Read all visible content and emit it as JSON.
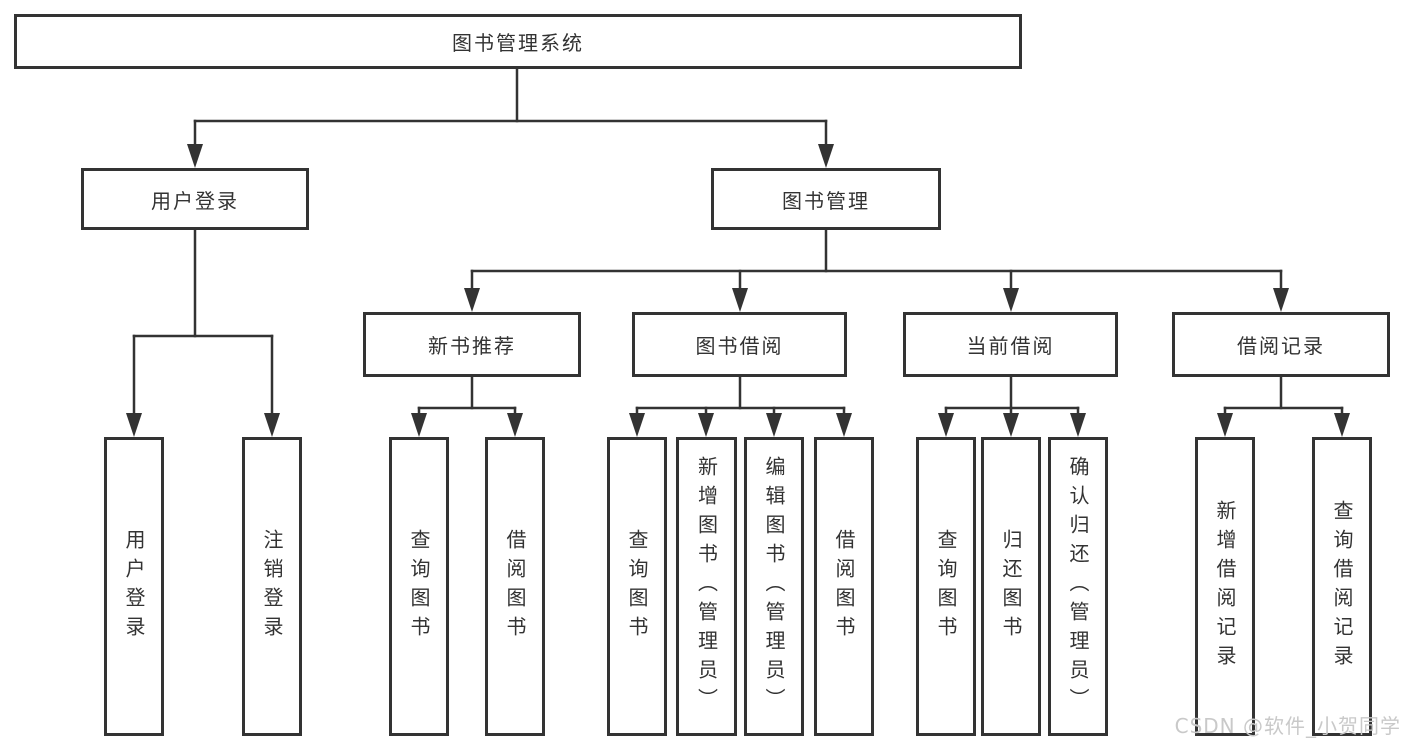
{
  "diagram": {
    "type": "hierarchy-chart",
    "tree": {
      "root": {
        "label": "图书管理系统"
      },
      "branches": [
        {
          "label": "用户登录",
          "children": [
            {
              "label": "用户登录"
            },
            {
              "label": "注销登录"
            }
          ]
        },
        {
          "label": "图书管理",
          "children": [
            {
              "label": "新书推荐",
              "children": [
                {
                  "label": "查询图书"
                },
                {
                  "label": "借阅图书"
                }
              ]
            },
            {
              "label": "图书借阅",
              "children": [
                {
                  "label": "查询图书"
                },
                {
                  "label": "新增图书（管理员）"
                },
                {
                  "label": "编辑图书（管理员）"
                },
                {
                  "label": "借阅图书"
                }
              ]
            },
            {
              "label": "当前借阅",
              "children": [
                {
                  "label": "查询图书"
                },
                {
                  "label": "归还图书"
                },
                {
                  "label": "确认归还（管理员）"
                }
              ]
            },
            {
              "label": "借阅记录",
              "children": [
                {
                  "label": "新增借阅记录"
                },
                {
                  "label": "查询借阅记录"
                }
              ]
            }
          ]
        }
      ]
    },
    "colors": {
      "line": "#333333",
      "box_border": "#333333",
      "text": "#333333",
      "background": "#ffffff",
      "watermark": "#c9c9c9"
    }
  },
  "watermark": {
    "text": "CSDN @软件_小贺同学"
  }
}
